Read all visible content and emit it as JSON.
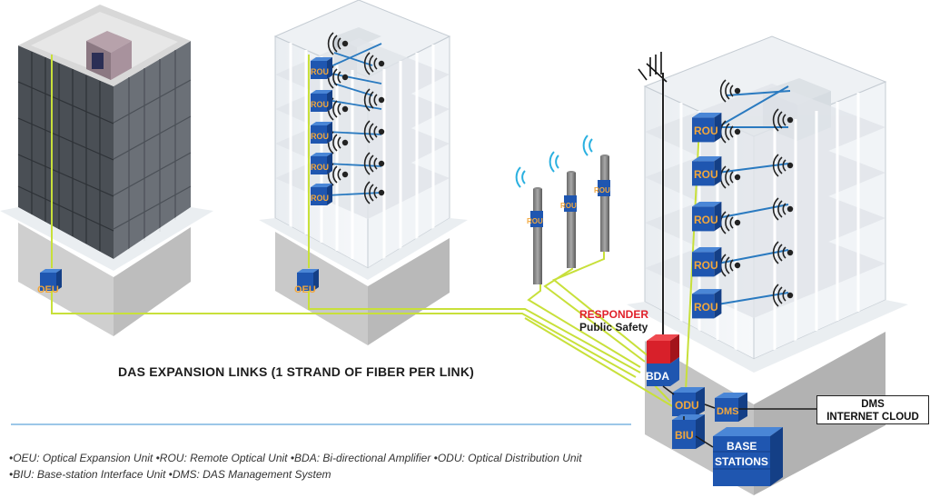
{
  "diagram": {
    "expansion_links_title": "DAS EXPANSION LINKS (1 STRAND OF FIBER PER LINK)",
    "legend": {
      "line1": "•OEU: Optical Expansion Unit  •ROU: Remote Optical Unit  •BDA: Bi-directional Amplifier  •ODU: Optical Distribution Unit",
      "line2": "•BIU: Base-station Interface Unit  •DMS: DAS Management System"
    },
    "responder_label": "RESPONDER",
    "public_safety_label": "Public Safety",
    "dms_cloud_line1": "DMS",
    "dms_cloud_line2": "INTERNET CLOUD",
    "units": {
      "oeu": "OEU",
      "rou": "ROU",
      "bda": "BDA",
      "odu": "ODU",
      "dms": "DMS",
      "biu": "BIU",
      "base_line1": "BASE",
      "base_line2": "STATIONS"
    }
  },
  "colors": {
    "fiber": "#c8e03a",
    "coax": "#2a7ac0",
    "unit_blue": "#1f56b0",
    "unit_text": "#f2a73c",
    "bda_red": "#d8202a",
    "responder_red": "#e0202a",
    "ground": "#c9c9c9"
  },
  "icons": [
    "antenna-wave-icon",
    "tower-antenna-icon",
    "wifi-signal-icon"
  ]
}
